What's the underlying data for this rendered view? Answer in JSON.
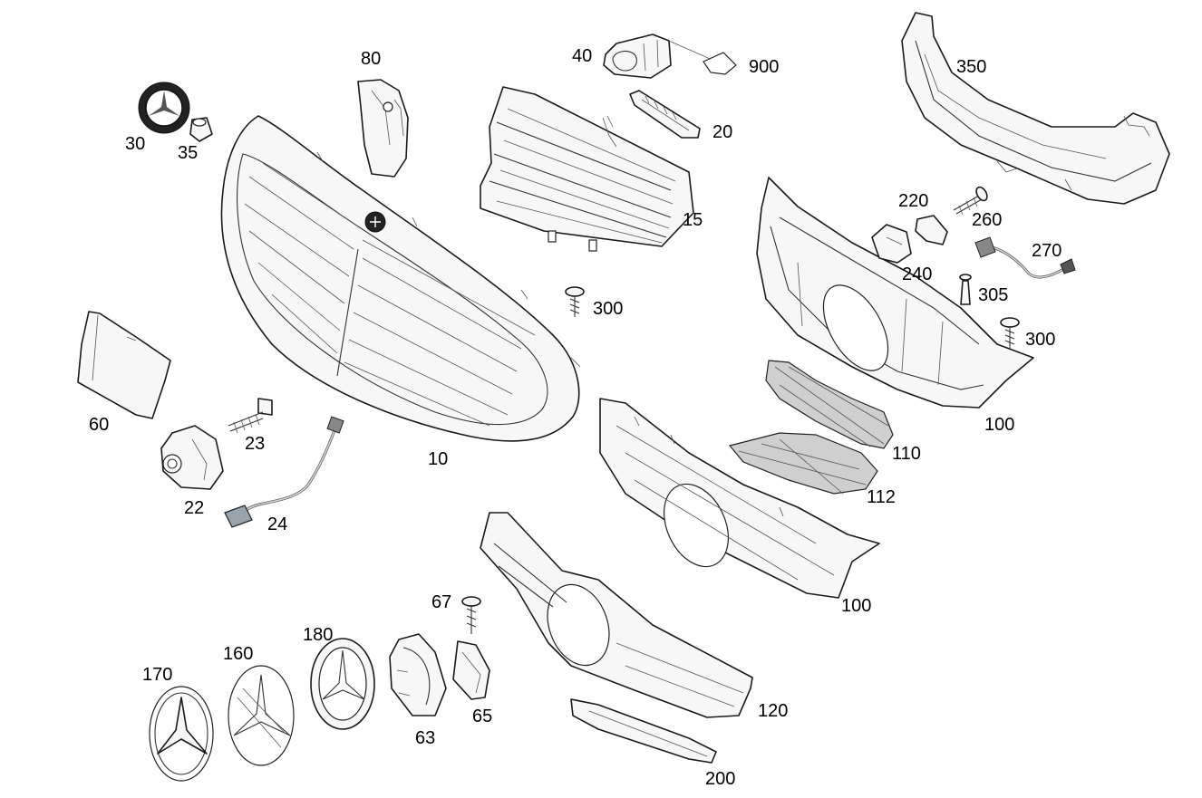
{
  "diagram": {
    "callouts": [
      {
        "id": "c10",
        "label": "10"
      },
      {
        "id": "c15",
        "label": "15"
      },
      {
        "id": "c20",
        "label": "20"
      },
      {
        "id": "c22",
        "label": "22"
      },
      {
        "id": "c23",
        "label": "23"
      },
      {
        "id": "c24",
        "label": "24"
      },
      {
        "id": "c30",
        "label": "30"
      },
      {
        "id": "c35",
        "label": "35"
      },
      {
        "id": "c40",
        "label": "40"
      },
      {
        "id": "c60",
        "label": "60"
      },
      {
        "id": "c63",
        "label": "63"
      },
      {
        "id": "c65",
        "label": "65"
      },
      {
        "id": "c67",
        "label": "67"
      },
      {
        "id": "c80",
        "label": "80"
      },
      {
        "id": "c100a",
        "label": "100"
      },
      {
        "id": "c100b",
        "label": "100"
      },
      {
        "id": "c110",
        "label": "110"
      },
      {
        "id": "c112",
        "label": "112"
      },
      {
        "id": "c120",
        "label": "120"
      },
      {
        "id": "c160",
        "label": "160"
      },
      {
        "id": "c170",
        "label": "170"
      },
      {
        "id": "c180",
        "label": "180"
      },
      {
        "id": "c200",
        "label": "200"
      },
      {
        "id": "c220",
        "label": "220"
      },
      {
        "id": "c240",
        "label": "240"
      },
      {
        "id": "c260",
        "label": "260"
      },
      {
        "id": "c270",
        "label": "270"
      },
      {
        "id": "c300a",
        "label": "300"
      },
      {
        "id": "c300b",
        "label": "300"
      },
      {
        "id": "c305",
        "label": "305"
      },
      {
        "id": "c350",
        "label": "350"
      },
      {
        "id": "c900",
        "label": "900"
      }
    ]
  }
}
